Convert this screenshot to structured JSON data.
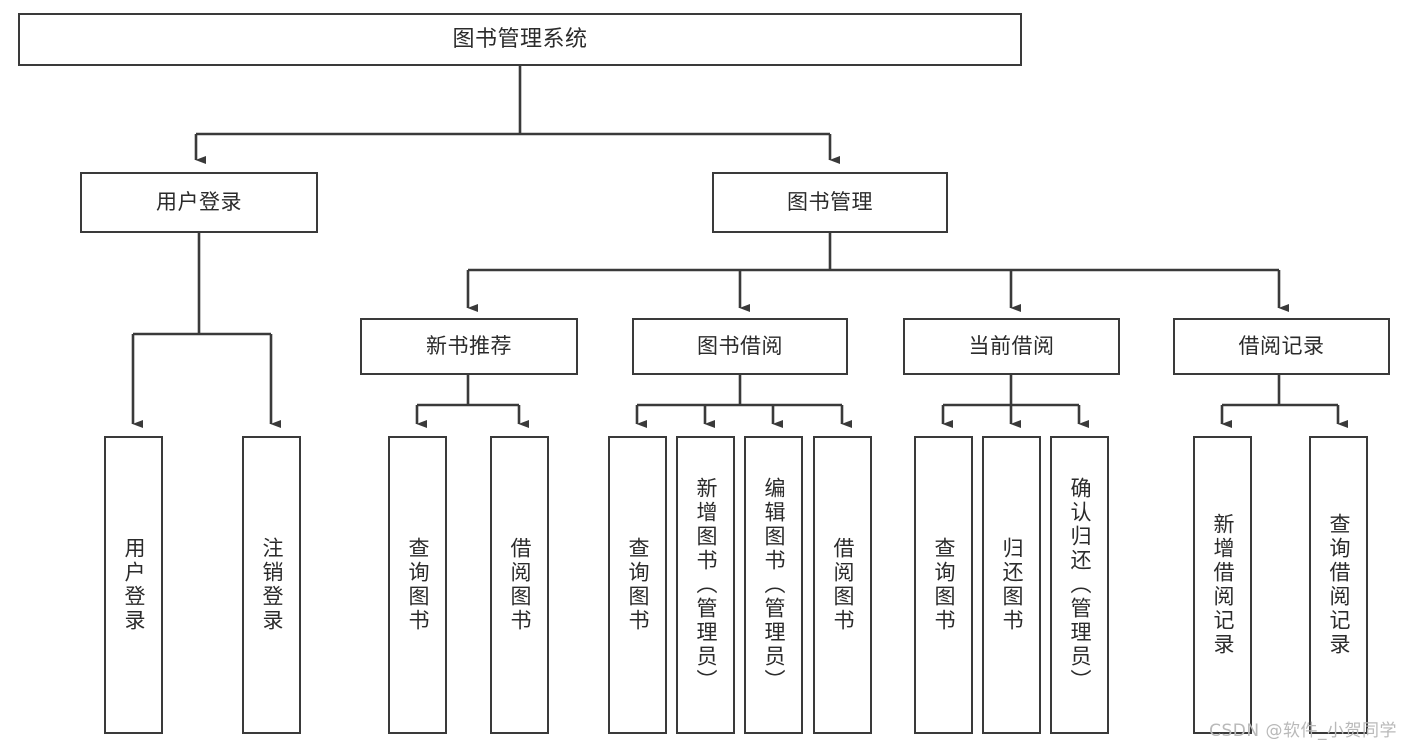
{
  "diagram": {
    "type": "tree-hierarchy",
    "orientation": "top-down",
    "title_node": "图书管理系统",
    "watermark": "CSDN @软件_小贺同学",
    "colors": {
      "background": "#ffffff",
      "box_border": "#3a3a3a",
      "connector": "#3a3a3a",
      "text": "#2b2b2b",
      "watermark": "#b9b9b9"
    },
    "root": {
      "label": "图书管理系统"
    },
    "level2": [
      {
        "label": "用户登录"
      },
      {
        "label": "图书管理"
      }
    ],
    "level3": [
      {
        "label": "新书推荐"
      },
      {
        "label": "图书借阅"
      },
      {
        "label": "当前借阅"
      },
      {
        "label": "借阅记录"
      }
    ],
    "leaves": {
      "user_login": [
        {
          "label": "用户登录"
        },
        {
          "label": "注销登录"
        }
      ],
      "new_book_recommend": [
        {
          "label": "查询图书"
        },
        {
          "label": "借阅图书"
        }
      ],
      "book_borrow": [
        {
          "label": "查询图书"
        },
        {
          "label": "新增图书（管理员）"
        },
        {
          "label": "编辑图书（管理员）"
        },
        {
          "label": "借阅图书"
        }
      ],
      "current_borrow": [
        {
          "label": "查询图书"
        },
        {
          "label": "归还图书"
        },
        {
          "label": "确认归还（管理员）"
        }
      ],
      "borrow_record": [
        {
          "label": "新增借阅记录"
        },
        {
          "label": "查询借阅记录"
        }
      ]
    }
  }
}
